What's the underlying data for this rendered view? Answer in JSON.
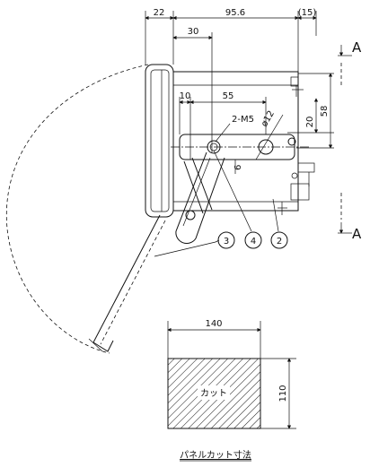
{
  "dimensions": {
    "top_22": "22",
    "top_95_6": "95.6",
    "top_15": "(15)",
    "d_30": "30",
    "d_10": "10",
    "d_55": "55",
    "d_20": "20",
    "d_58": "58",
    "d_6": "6",
    "d_phi12": "ø12",
    "thread": "2-M5",
    "cut_width": "140",
    "cut_height": "110"
  },
  "section_markers": {
    "top": "A",
    "bottom": "A"
  },
  "callouts": [
    "3",
    "4",
    "2"
  ],
  "panel_cut": {
    "fill_label": "カット",
    "caption": "パネルカット寸法"
  }
}
